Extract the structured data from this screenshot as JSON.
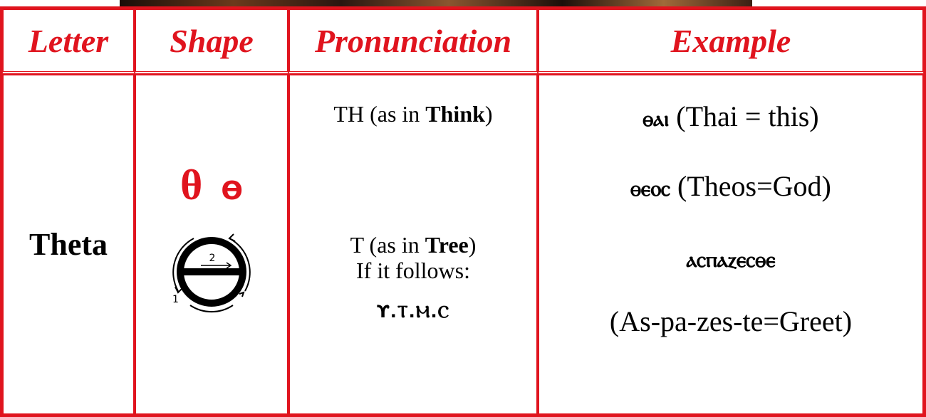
{
  "headers": {
    "letter": "Letter",
    "shape": "Shape",
    "pronunciation": "Pronunciation",
    "example": "Example"
  },
  "row": {
    "letter_name": "Theta",
    "shape_capital": "θ",
    "shape_small": "ϴ",
    "stroke_numbers": [
      "1",
      "2"
    ],
    "pronunciation": [
      {
        "prefix": "TH (as in ",
        "bold": "Think",
        "suffix": ")"
      },
      {
        "prefix": "T (as in ",
        "bold": "Tree",
        "suffix": ")"
      }
    ],
    "pron_follow_text": "If it follows:",
    "pron_follow_letters": "ϒ.Ⲧ.Ⲙ.Ⲥ",
    "examples": [
      {
        "coptic": "ⲑⲁⲓ",
        "gloss": "(Thai = this)"
      },
      {
        "coptic": "ⲑⲉⲟⲥ",
        "gloss": "(Theos=God)"
      },
      {
        "coptic": "ⲁⲥⲡⲁⲍⲉⲥⲑⲉ",
        "gloss": ""
      },
      {
        "coptic": "",
        "gloss": "(As-pa-zes-te=Greet)"
      }
    ]
  },
  "colors": {
    "accent": "#e0141e",
    "text": "#000000"
  }
}
